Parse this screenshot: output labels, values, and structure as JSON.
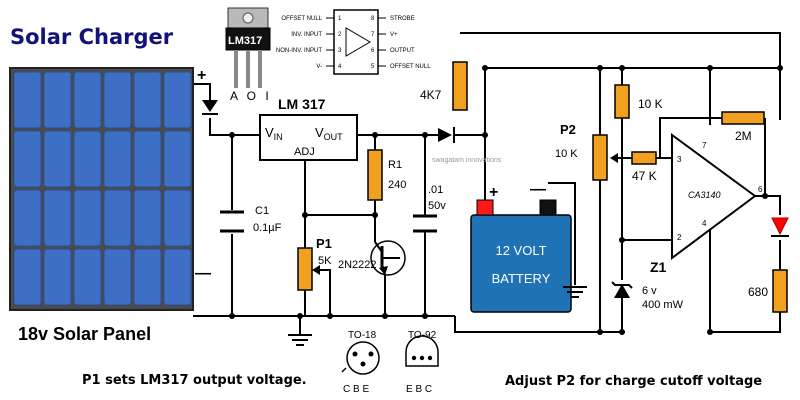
{
  "title": "Solar Charger",
  "ic_top": {
    "chip_label": "LM317",
    "pin_labels": "A O I"
  },
  "opamp_pinout": {
    "left_pins": [
      "OFFSET NULL",
      "INV. INPUT",
      "NON-INV. INPUT",
      "V-"
    ],
    "left_numbers": [
      "1",
      "2",
      "3",
      "4"
    ],
    "right_pins": [
      "STROBE",
      "V+",
      "OUTPUT",
      "OFFSET NULL"
    ],
    "right_numbers": [
      "8",
      "7",
      "6",
      "5"
    ]
  },
  "panel": {
    "label": "18v Solar Panel",
    "plus": "+",
    "minus": "—"
  },
  "regulator": {
    "name": "LM 317",
    "vin": "V",
    "vin_sub": "IN",
    "vout": "V",
    "vout_sub": "OUT",
    "adj": "ADJ"
  },
  "components": {
    "c1_name": "C1",
    "c1_value": "0.1µF",
    "r1_name": "R1",
    "r1_value": "240",
    "cap2_value": ".01",
    "cap2_voltage": "50v",
    "p1_name": "P1",
    "p1_value": "5K",
    "transistor": "2N2222",
    "r_4k7": "4K7",
    "p2_name": "P2",
    "p2_value": "10 K",
    "r_10k": "10 K",
    "r_47k": "47 K",
    "r_2m": "2M",
    "z1_name": "Z1",
    "z1_voltage": "6 v",
    "z1_power": "400 mW",
    "r_680": "680",
    "opamp_name": "CA3140",
    "pin3": "3",
    "pin2": "2",
    "pin6": "6",
    "pin7": "7",
    "pin4": "4"
  },
  "battery": {
    "line1": "12 VOLT",
    "line2": "BATTERY",
    "plus": "+",
    "minus": "—"
  },
  "packages": {
    "to18_label": "TO-18",
    "to18_pins": "C   B   E",
    "to92_label": "TO-92",
    "to92_pins": "E  B  C"
  },
  "watermark": "swagatam innovations",
  "notes": {
    "left": "P1 sets LM317 output voltage.",
    "right": "Adjust  P2  for charge cutoff voltage"
  },
  "colors": {
    "panel_cell": "#3d6fc4",
    "panel_frame": "#444444",
    "resistor": "#f2a020",
    "battery_body": "#1f72b4",
    "led": "#ff0000",
    "title": "#12127a"
  }
}
